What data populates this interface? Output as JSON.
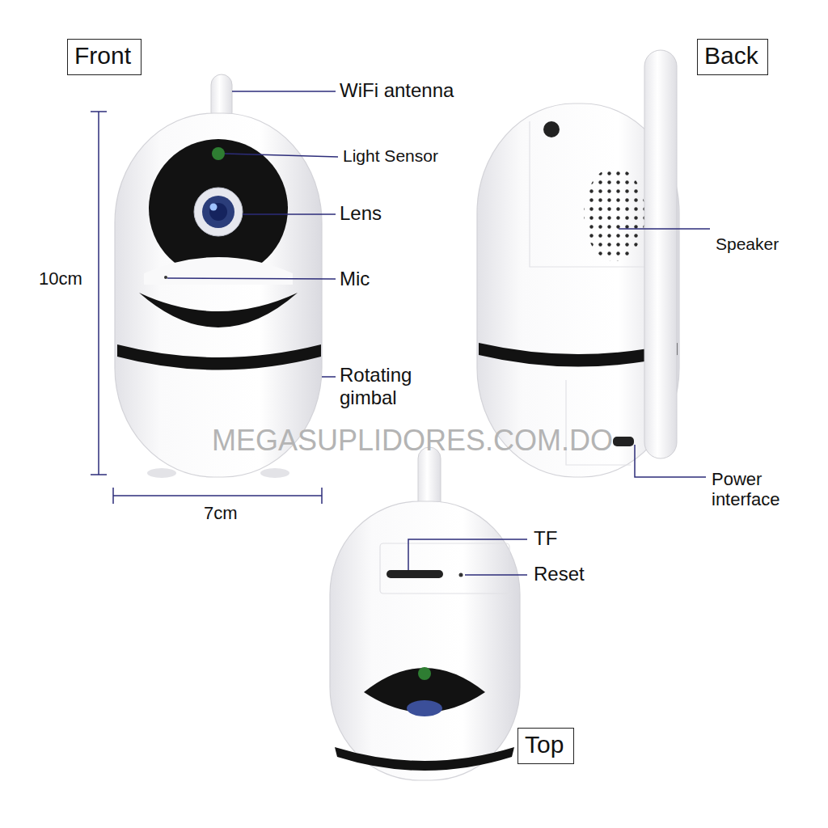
{
  "diagram": {
    "nodes": [
      {
        "text": [
          "Front"
        ]
      },
      {
        "text": [
          "Back"
        ]
      },
      {
        "text": [
          "Top"
        ]
      }
    ],
    "labels": [
      "WiFi antenna",
      "Light Sensor",
      "Lens",
      "Mic",
      "Rotating gimbal",
      "10cm",
      "7cm",
      "Speaker",
      "Power interface",
      "TF",
      "Reset",
      "MEGASUPLIDORES.COM.DO"
    ]
  }
}
